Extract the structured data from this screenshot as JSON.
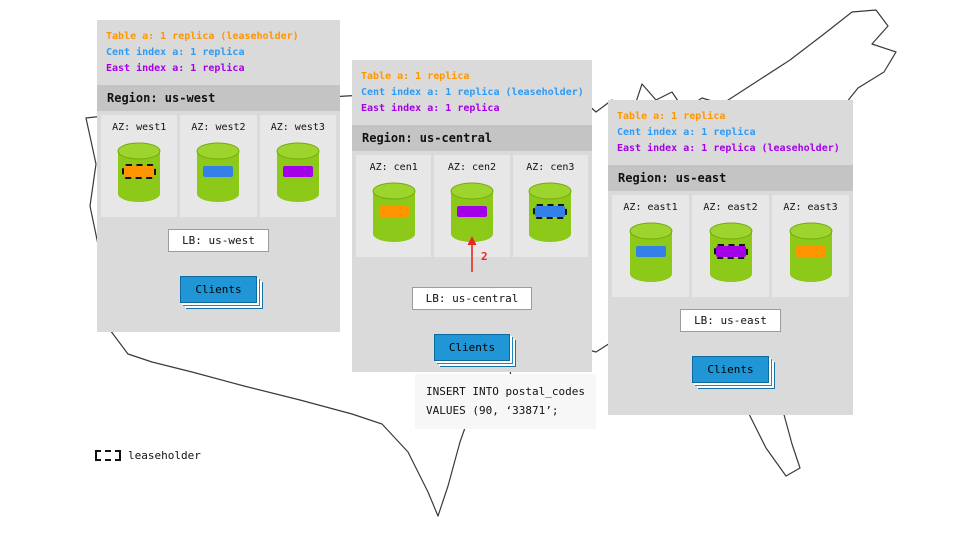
{
  "regions": [
    {
      "name": "us-west",
      "annotations": [
        {
          "text": "Table a: 1 replica (leaseholder)",
          "color": "#ff9500"
        },
        {
          "text": "Cent index a: 1 replica",
          "color": "#2d9bf5"
        },
        {
          "text": "East index a: 1 replica",
          "color": "#a400e8"
        }
      ],
      "region_label": "Region: us-west",
      "azs": [
        {
          "label": "AZ: west1",
          "bar_color": "#ff9500",
          "leaseholder": true
        },
        {
          "label": "AZ: west2",
          "bar_color": "#3380e8",
          "leaseholder": false
        },
        {
          "label": "AZ: west3",
          "bar_color": "#a400e8",
          "leaseholder": false
        }
      ],
      "lb_label": "LB: us-west",
      "clients_label": "Clients"
    },
    {
      "name": "us-central",
      "annotations": [
        {
          "text": "Table a: 1 replica",
          "color": "#ff9500"
        },
        {
          "text": "Cent index a: 1 replica (leaseholder)",
          "color": "#2d9bf5"
        },
        {
          "text": "East index a: 1 replica",
          "color": "#a400e8"
        }
      ],
      "region_label": "Region: us-central",
      "azs": [
        {
          "label": "AZ: cen1",
          "bar_color": "#ff9500",
          "leaseholder": false
        },
        {
          "label": "AZ: cen2",
          "bar_color": "#a400e8",
          "leaseholder": false
        },
        {
          "label": "AZ: cen3",
          "bar_color": "#3380e8",
          "leaseholder": true
        }
      ],
      "lb_label": "LB: us-central",
      "clients_label": "Clients",
      "arrow_label": "2",
      "arrow_color": "#e8281e"
    },
    {
      "name": "us-east",
      "annotations": [
        {
          "text": "Table a: 1 replica",
          "color": "#ff9500"
        },
        {
          "text": "Cent index a: 1 replica",
          "color": "#2d9bf5"
        },
        {
          "text": "East index a: 1 replica (leaseholder)",
          "color": "#a400e8"
        }
      ],
      "region_label": "Region: us-east",
      "azs": [
        {
          "label": "AZ: east1",
          "bar_color": "#3380e8",
          "leaseholder": false
        },
        {
          "label": "AZ: east2",
          "bar_color": "#a400e8",
          "leaseholder": true
        },
        {
          "label": "AZ: east3",
          "bar_color": "#ff9500",
          "leaseholder": false
        }
      ],
      "lb_label": "LB: us-east",
      "clients_label": "Clients"
    }
  ],
  "sql_note": {
    "line1": "INSERT INTO postal_codes",
    "line2": "VALUES (90, ‘33871’;"
  },
  "legend": {
    "label": "leaseholder"
  },
  "colors": {
    "table_replica": "#ff9500",
    "cent_index_replica": "#2d9bf5",
    "east_index_replica": "#a400e8",
    "cylinder_green": "#8cc918",
    "clients_button_blue": "#2196d6",
    "arrow_red": "#e8281e"
  }
}
